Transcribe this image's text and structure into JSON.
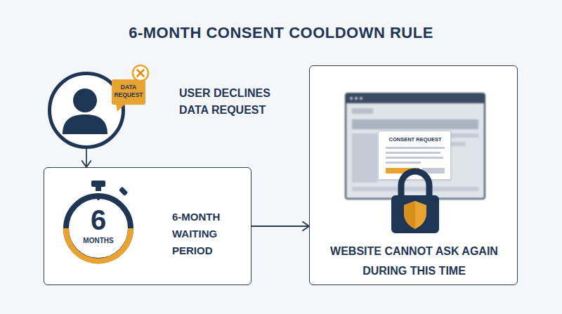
{
  "diagram": {
    "title": "6-MONTH CONSENT COOLDOWN RULE",
    "nodes": [
      {
        "text": [
          "USER DECLINES DATA REQUEST"
        ]
      },
      {
        "text": [
          "DATA REQUEST"
        ],
        "in": 0
      },
      {
        "text": [
          "6-MONTH WAITING PERIOD"
        ]
      },
      {
        "text": [
          "6",
          "MONTHS"
        ],
        "in": 2
      },
      {
        "text": [
          "WEBSITE CANNOT ASK AGAIN DURING THIS TIME"
        ]
      },
      {
        "text": [
          "CONSENT REQUEST"
        ],
        "in": 4
      }
    ],
    "edges": [
      {
        "from": 0,
        "to": 2,
        "arrow": "to"
      },
      {
        "from": 2,
        "to": 4,
        "arrow": "to"
      }
    ]
  }
}
